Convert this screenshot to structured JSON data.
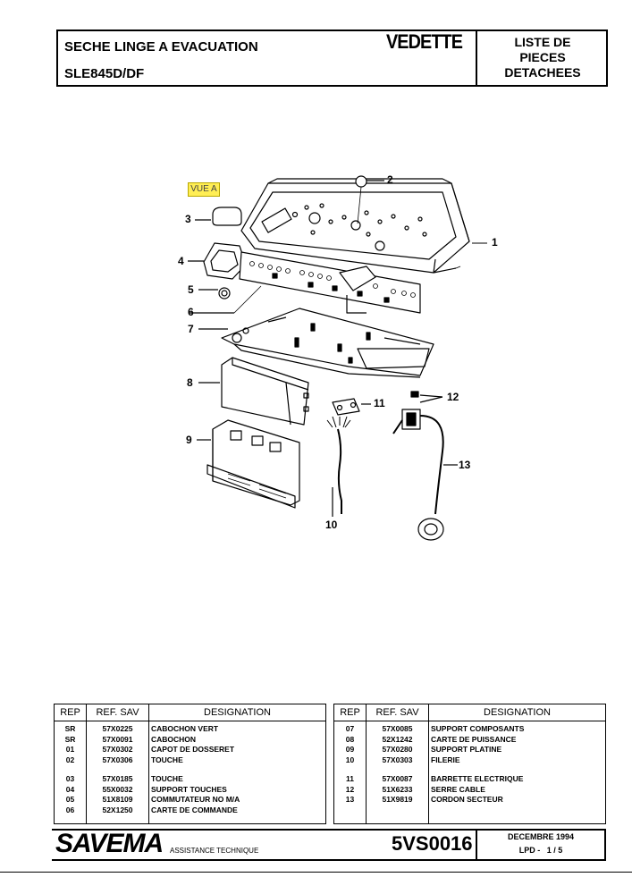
{
  "header": {
    "title_line1": "SECHE LINGE A EVACUATION",
    "title_line2": "SLE845D/DF",
    "brand": "VEDETTE",
    "doc_type_line1": "LISTE DE",
    "doc_type_line2": "PIECES",
    "doc_type_line3": "DETACHEES"
  },
  "diagram": {
    "view_label": "VUE A",
    "callouts": [
      "1",
      "2",
      "3",
      "4",
      "5",
      "6",
      "7",
      "8",
      "9",
      "10",
      "11",
      "12",
      "13"
    ]
  },
  "table_headers": {
    "rep": "REP",
    "ref": "REF. SAV",
    "designation": "DESIGNATION"
  },
  "parts_left": [
    {
      "rep": "SR",
      "ref": "57X0225",
      "designation": "CABOCHON VERT"
    },
    {
      "rep": "SR",
      "ref": "57X0091",
      "designation": "CABOCHON"
    },
    {
      "rep": "01",
      "ref": "57X0302",
      "designation": "CAPOT DE DOSSERET"
    },
    {
      "rep": "02",
      "ref": "57X0306",
      "designation": "TOUCHE"
    },
    {
      "rep": "03",
      "ref": "57X0185",
      "designation": "TOUCHE"
    },
    {
      "rep": "04",
      "ref": "55X0032",
      "designation": "SUPPORT TOUCHES"
    },
    {
      "rep": "05",
      "ref": "51X8109",
      "designation": "COMMUTATEUR NO M/A"
    },
    {
      "rep": "06",
      "ref": "52X1250",
      "designation": "CARTE DE COMMANDE"
    }
  ],
  "parts_right": [
    {
      "rep": "07",
      "ref": "57X0085",
      "designation": "SUPPORT COMPOSANTS"
    },
    {
      "rep": "08",
      "ref": "52X1242",
      "designation": "CARTE DE PUISSANCE"
    },
    {
      "rep": "09",
      "ref": "57X0280",
      "designation": "SUPPORT PLATINE"
    },
    {
      "rep": "10",
      "ref": "57X0303",
      "designation": "FILERIE"
    },
    {
      "rep": "11",
      "ref": "57X0087",
      "designation": "BARRETTE ELECTRIQUE"
    },
    {
      "rep": "12",
      "ref": "51X6233",
      "designation": "SERRE CABLE"
    },
    {
      "rep": "13",
      "ref": "51X9819",
      "designation": "CORDON SECTEUR"
    }
  ],
  "footer": {
    "company": "SAVEMA",
    "department": "ASSISTANCE TECHNIQUE",
    "doc_code": "5VS0016",
    "date": "DECEMBRE 1994",
    "page": "LPD -   1 / 5"
  }
}
